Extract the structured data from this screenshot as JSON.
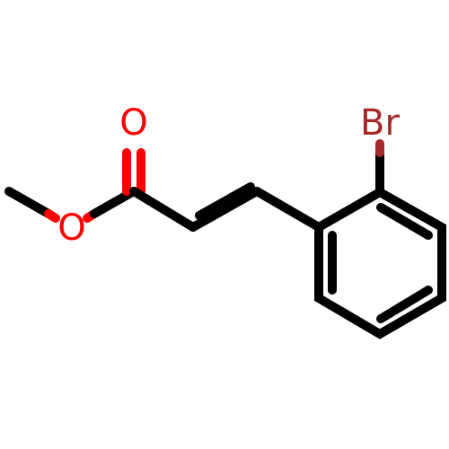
{
  "molecule": {
    "colors": {
      "carbon_bond": "#000000",
      "oxygen": "#ff0000",
      "bromine": "#a52a2a"
    },
    "atoms": {
      "br": {
        "label": "Br",
        "element": "bromine"
      },
      "o_carbonyl": {
        "label": "O",
        "element": "oxygen"
      },
      "o_ester": {
        "label": "O",
        "element": "oxygen"
      }
    }
  }
}
